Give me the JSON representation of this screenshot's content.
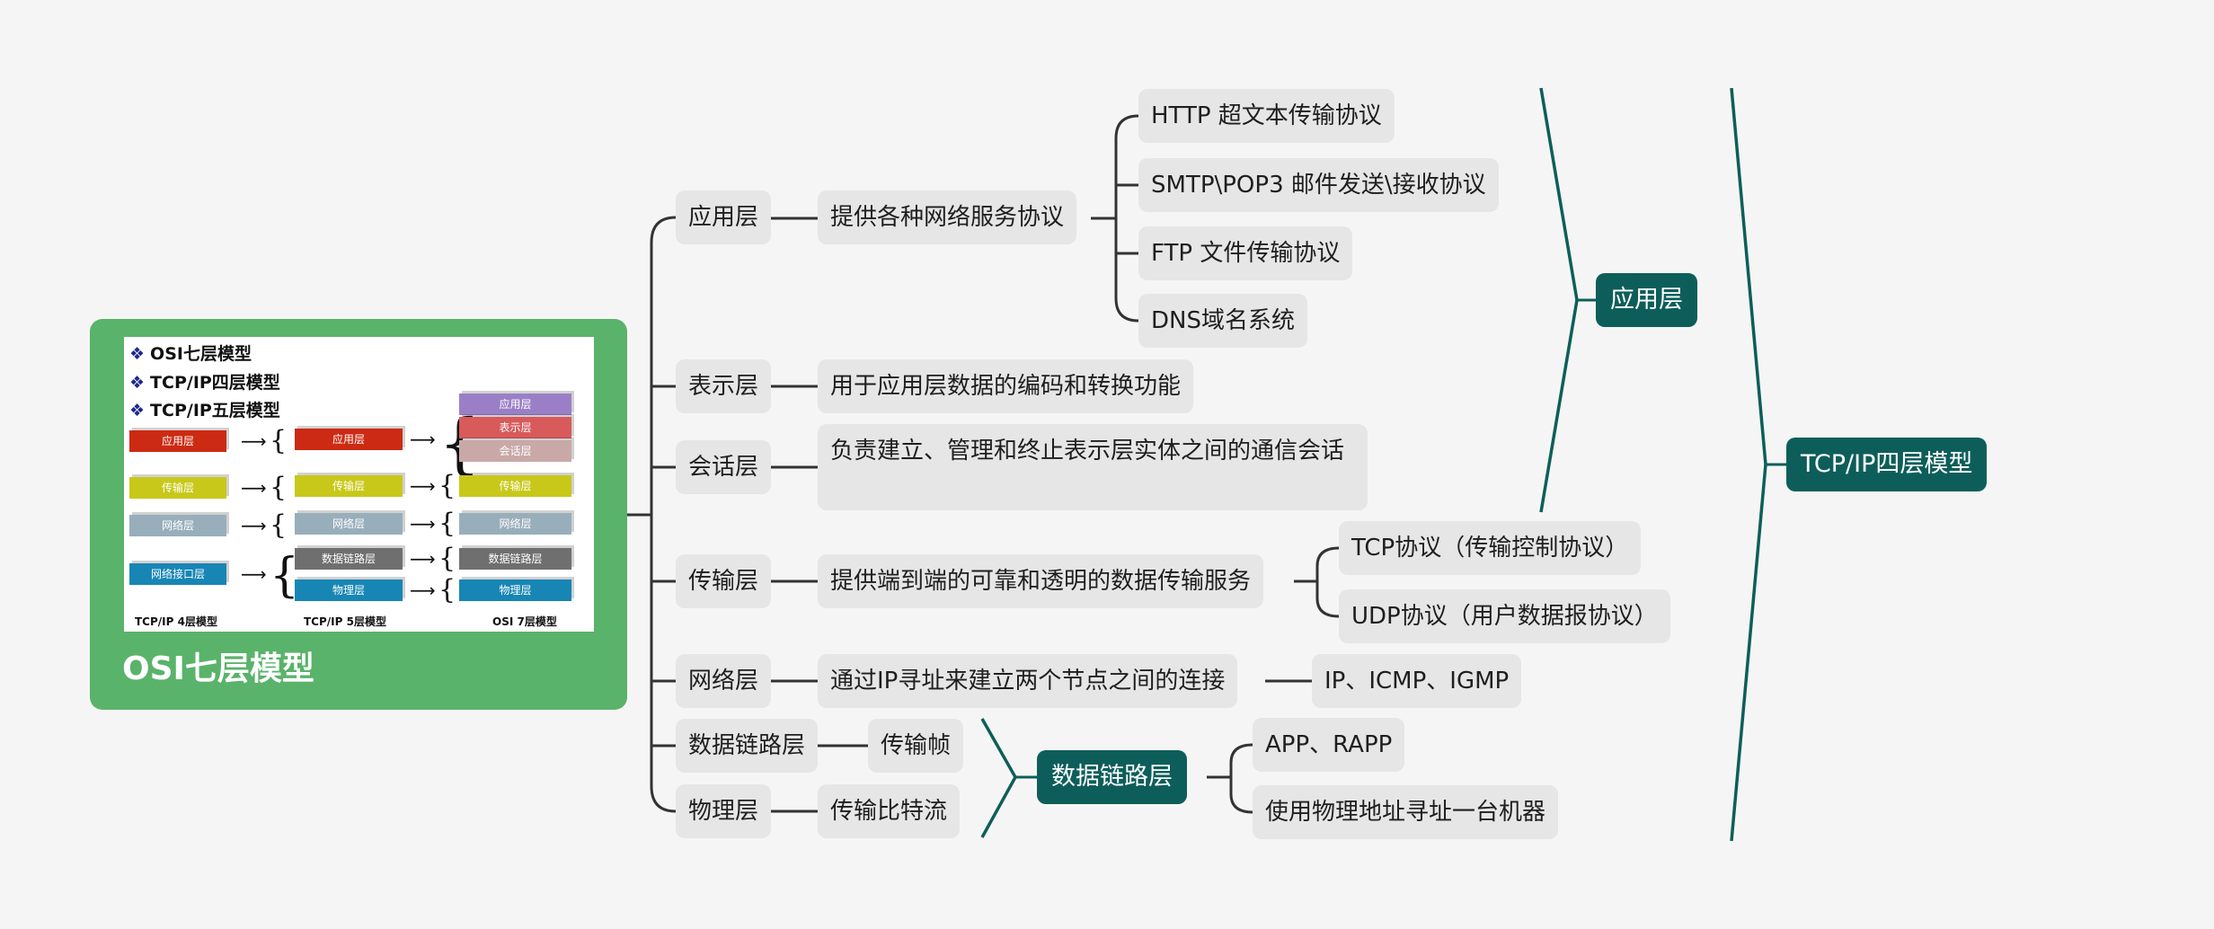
{
  "root": {
    "title": "OSI七层模型",
    "image": {
      "bullets": [
        "OSI七层模型",
        "TCP/IP四层模型",
        "TCP/IP五层模型"
      ],
      "tcp4": [
        "应用层",
        "传输层",
        "网络层",
        "网络接口层"
      ],
      "tcp5": [
        "应用层",
        "传输层",
        "网络层",
        "数据链路层",
        "物理层"
      ],
      "osi7": [
        "应用层",
        "表示层",
        "会话层",
        "传输层",
        "网络层",
        "数据链路层",
        "物理层"
      ],
      "captions": [
        "TCP/IP 4层模型",
        "TCP/IP 5层模型",
        "OSI 7层模型"
      ]
    }
  },
  "layers": [
    {
      "label": "应用层",
      "desc": "提供各种网络服务协议",
      "children": [
        "HTTP 超文本传输协议",
        "SMTP\\POP3 邮件发送\\接收协议",
        "FTP 文件传输协议",
        "DNS域名系统"
      ]
    },
    {
      "label": "表示层",
      "desc": "用于应用层数据的编码和转换功能"
    },
    {
      "label": "会话层",
      "desc": "负责建立、管理和终止表示层实体之间的通信会话"
    },
    {
      "label": "传输层",
      "desc": "提供端到端的可靠和透明的数据传输服务",
      "children": [
        "TCP协议（传输控制协议）",
        "UDP协议（用户数据报协议）"
      ]
    },
    {
      "label": "网络层",
      "desc": "通过IP寻址来建立两个节点之间的连接",
      "children": [
        "IP、ICMP、IGMP"
      ]
    },
    {
      "label": "数据链路层",
      "desc": "传输帧"
    },
    {
      "label": "物理层",
      "desc": "传输比特流"
    }
  ],
  "summaries": {
    "application": "应用层",
    "datalink": "数据链路层",
    "datalink_children": [
      "APP、RAPP",
      "使用物理地址寻址一台机器"
    ],
    "tcpip": "TCP/IP四层模型"
  },
  "colors": {
    "root": "#5ab36a",
    "summary": "#0d5e5a",
    "node": "#e6e6e6",
    "line": "#333333"
  }
}
